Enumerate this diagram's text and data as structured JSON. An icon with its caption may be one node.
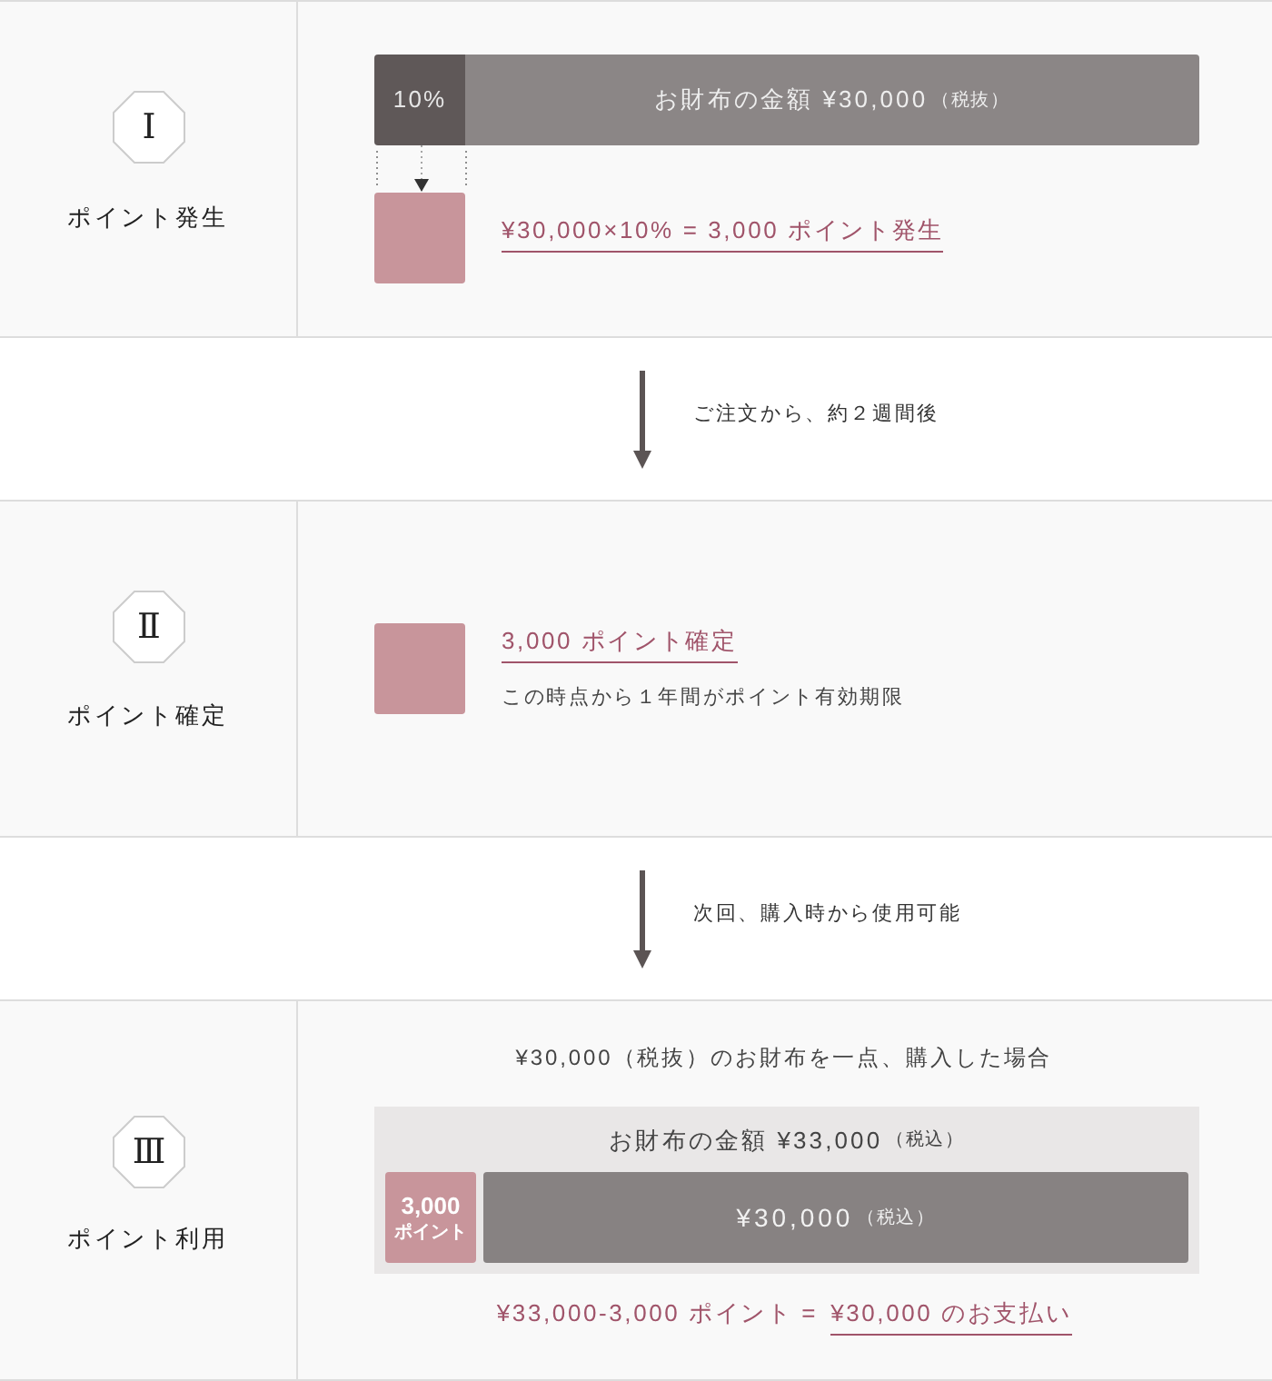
{
  "diagram": {
    "nodes": [
      {
        "text": [
          "ポイント発生"
        ]
      },
      {
        "text": [
          "Ⅰ"
        ],
        "in": 0
      },
      {
        "text": [
          "10%"
        ],
        "in": 0
      },
      {
        "text": [
          "お財布の金額 ¥30,000",
          "（税抜）"
        ],
        "in": 0
      },
      {
        "text": [],
        "shape": "box",
        "in": 0,
        "beside": [
          "¥30,000×10% = 3,000 ポイント発生"
        ]
      },
      {
        "text": [
          "ポイント確定"
        ]
      },
      {
        "text": [
          "Ⅱ"
        ],
        "in": 5
      },
      {
        "text": [],
        "shape": "box",
        "in": 5,
        "beside": [
          "3,000 ポイント確定",
          "この時点から１年間がポイント有効期限"
        ]
      },
      {
        "text": [
          "ポイント利用",
          "¥30,000（税抜）のお財布を一点、購入した場合",
          "¥33,000-3,000 ポイント =",
          "¥30,000 のお支払い"
        ]
      },
      {
        "text": [
          "Ⅲ"
        ],
        "in": 8
      },
      {
        "text": [
          "お財布の金額 ¥33,000",
          "（税込）"
        ],
        "in": 8
      },
      {
        "text": [
          "3,000",
          "ポイント"
        ],
        "in": 10
      },
      {
        "text": [
          "¥30,000",
          "（税込）"
        ],
        "in": 10
      }
    ],
    "edges": [
      {
        "from": 2,
        "to": 4,
        "arrow": "to",
        "style": "dashed",
        "color": "#a6a6a6"
      },
      {
        "from": 0,
        "to": 5,
        "arrow": "to",
        "label": "ご注文から、約２週間後"
      },
      {
        "from": 5,
        "to": 8,
        "arrow": "to",
        "label": "次回、購入時から使用可能"
      }
    ]
  }
}
